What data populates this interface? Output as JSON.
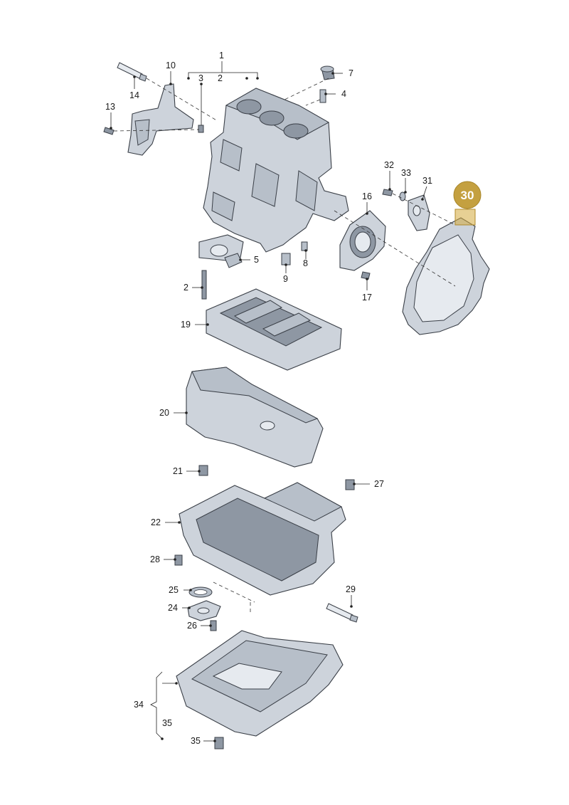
{
  "labels": {
    "l1": "1",
    "l2": "2",
    "l2b": "2",
    "l3": "3",
    "l4": "4",
    "l5": "5",
    "l7": "7",
    "l8": "8",
    "l9": "9",
    "l10": "10",
    "l13": "13",
    "l14": "14",
    "l16": "16",
    "l17": "17",
    "l19": "19",
    "l20": "20",
    "l21": "21",
    "l22": "22",
    "l24": "24",
    "l25": "25",
    "l26": "26",
    "l27": "27",
    "l28": "28",
    "l29": "29",
    "l31": "31",
    "l32": "32",
    "l33": "33",
    "l34": "34",
    "l35": "35",
    "l35b": "35"
  },
  "highlight": {
    "label": "30",
    "color": "#c4a040"
  }
}
